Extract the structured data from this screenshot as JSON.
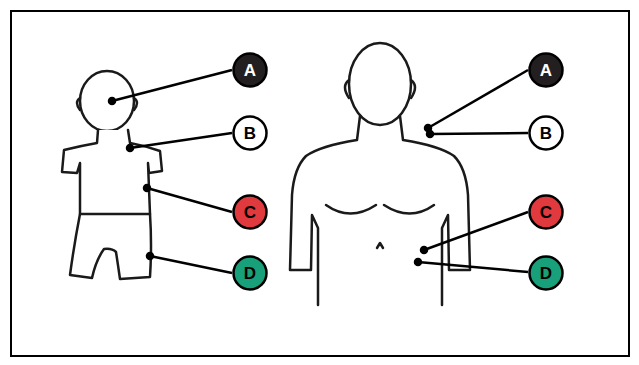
{
  "diagram": {
    "nodes": [
      {
        "text": [
          "A"
        ]
      },
      {
        "text": [
          "A"
        ]
      },
      {
        "text": [
          "B"
        ]
      },
      {
        "text": [
          "B"
        ]
      },
      {
        "text": [
          "C"
        ]
      },
      {
        "text": [
          "C"
        ]
      },
      {
        "text": [
          "D"
        ]
      },
      {
        "text": [
          "D"
        ]
      }
    ]
  }
}
